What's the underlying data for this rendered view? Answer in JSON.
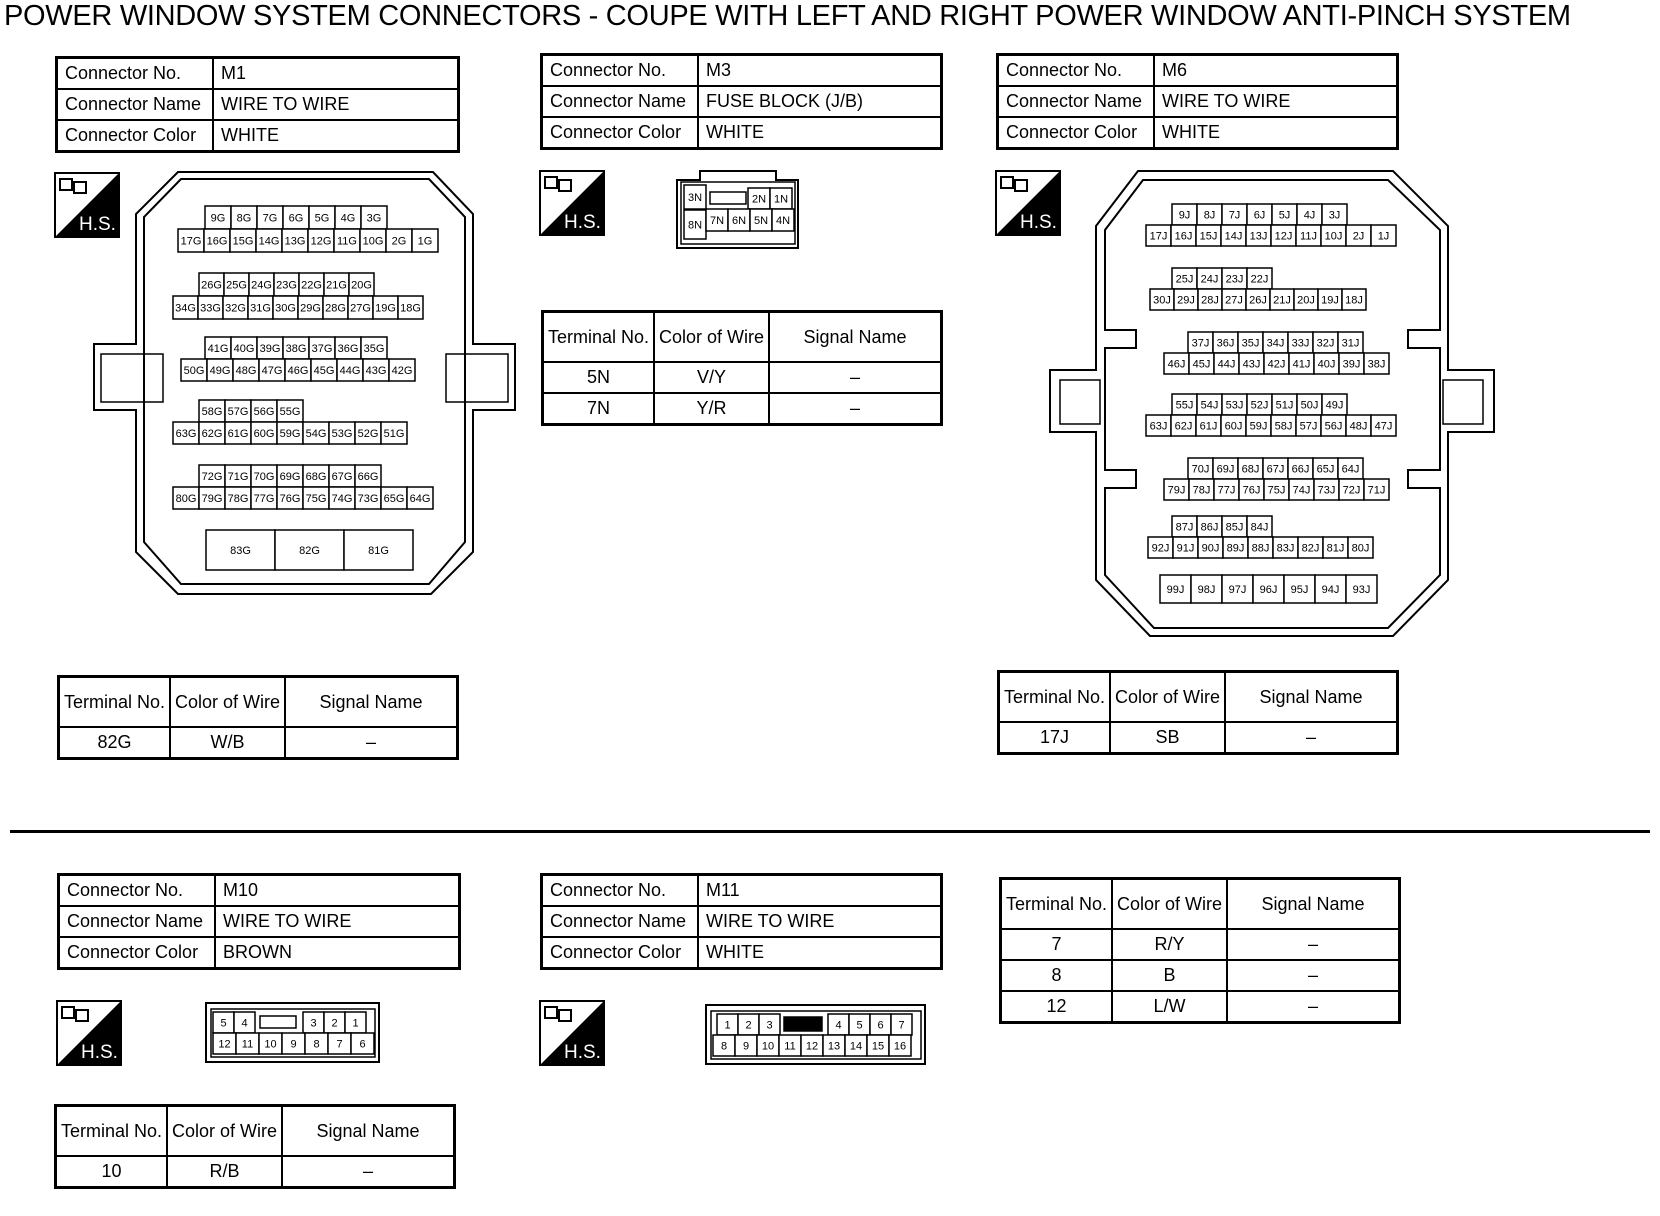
{
  "title": "POWER WINDOW SYSTEM CONNECTORS - COUPE WITH LEFT AND RIGHT POWER WINDOW ANTI-PINCH SYSTEM",
  "hs_label": "H.S.",
  "labels": {
    "connector_no": "Connector No.",
    "connector_name": "Connector Name",
    "connector_color": "Connector Color",
    "terminal_no": "Terminal No.",
    "color_of_wire": "Color of Wire",
    "signal_name": "Signal Name"
  },
  "connectors": {
    "m1": {
      "no": "M1",
      "name": "WIRE TO WIRE",
      "color": "WHITE",
      "terminals": [
        {
          "terminal": "82G",
          "wire": "W/B",
          "signal": "–"
        }
      ],
      "pins": [
        [
          "9G",
          "8G",
          "7G",
          "6G",
          "5G",
          "4G",
          "3G"
        ],
        [
          "17G",
          "16G",
          "15G",
          "14G",
          "13G",
          "12G",
          "11G",
          "10G",
          "2G",
          "1G"
        ],
        [
          "26G",
          "25G",
          "24G",
          "23G",
          "22G",
          "21G",
          "20G"
        ],
        [
          "34G",
          "33G",
          "32G",
          "31G",
          "30G",
          "29G",
          "28G",
          "27G",
          "19G",
          "18G"
        ],
        [
          "41G",
          "40G",
          "39G",
          "38G",
          "37G",
          "36G",
          "35G"
        ],
        [
          "50G",
          "49G",
          "48G",
          "47G",
          "46G",
          "45G",
          "44G",
          "43G",
          "42G"
        ],
        [
          "58G",
          "57G",
          "56G",
          "55G"
        ],
        [
          "63G",
          "62G",
          "61G",
          "60G",
          "59G",
          "54G",
          "53G",
          "52G",
          "51G"
        ],
        [
          "72G",
          "71G",
          "70G",
          "69G",
          "68G",
          "67G",
          "66G"
        ],
        [
          "80G",
          "79G",
          "78G",
          "77G",
          "76G",
          "75G",
          "74G",
          "73G",
          "65G",
          "64G"
        ],
        [
          "83G",
          "82G",
          "81G"
        ]
      ]
    },
    "m3": {
      "no": "M3",
      "name": "FUSE BLOCK (J/B)",
      "color": "WHITE",
      "terminals": [
        {
          "terminal": "5N",
          "wire": "V/Y",
          "signal": "–"
        },
        {
          "terminal": "7N",
          "wire": "Y/R",
          "signal": "–"
        }
      ],
      "pins": [
        [
          "3N",
          "2N",
          "1N"
        ],
        [
          "8N",
          "7N",
          "6N",
          "5N",
          "4N"
        ]
      ]
    },
    "m6": {
      "no": "M6",
      "name": "WIRE TO WIRE",
      "color": "WHITE",
      "terminals": [
        {
          "terminal": "17J",
          "wire": "SB",
          "signal": "–"
        }
      ],
      "pins": [
        [
          "9J",
          "8J",
          "7J",
          "6J",
          "5J",
          "4J",
          "3J"
        ],
        [
          "17J",
          "16J",
          "15J",
          "14J",
          "13J",
          "12J",
          "11J",
          "10J",
          "2J",
          "1J"
        ],
        [
          "25J",
          "24J",
          "23J",
          "22J"
        ],
        [
          "30J",
          "29J",
          "28J",
          "27J",
          "26J",
          "21J",
          "20J",
          "19J",
          "18J"
        ],
        [
          "37J",
          "36J",
          "35J",
          "34J",
          "33J",
          "32J",
          "31J"
        ],
        [
          "46J",
          "45J",
          "44J",
          "43J",
          "42J",
          "41J",
          "40J",
          "39J",
          "38J"
        ],
        [
          "55J",
          "54J",
          "53J",
          "52J",
          "51J",
          "50J",
          "49J"
        ],
        [
          "63J",
          "62J",
          "61J",
          "60J",
          "59J",
          "58J",
          "57J",
          "56J",
          "48J",
          "47J"
        ],
        [
          "70J",
          "69J",
          "68J",
          "67J",
          "66J",
          "65J",
          "64J"
        ],
        [
          "79J",
          "78J",
          "77J",
          "76J",
          "75J",
          "74J",
          "73J",
          "72J",
          "71J"
        ],
        [
          "87J",
          "86J",
          "85J",
          "84J"
        ],
        [
          "92J",
          "91J",
          "90J",
          "89J",
          "88J",
          "83J",
          "82J",
          "81J",
          "80J"
        ],
        [
          "99J",
          "98J",
          "97J",
          "96J",
          "95J",
          "94J",
          "93J"
        ]
      ]
    },
    "m10": {
      "no": "M10",
      "name": "WIRE TO WIRE",
      "color": "BROWN",
      "terminals": [
        {
          "terminal": "10",
          "wire": "R/B",
          "signal": "–"
        }
      ],
      "pins": [
        [
          "5",
          "4",
          "3",
          "2",
          "1"
        ],
        [
          "12",
          "11",
          "10",
          "9",
          "8",
          "7",
          "6"
        ]
      ]
    },
    "m11": {
      "no": "M11",
      "name": "WIRE TO WIRE",
      "color": "WHITE",
      "terminals": [
        {
          "terminal": "7",
          "wire": "R/Y",
          "signal": "–"
        },
        {
          "terminal": "8",
          "wire": "B",
          "signal": "–"
        },
        {
          "terminal": "12",
          "wire": "L/W",
          "signal": "–"
        }
      ],
      "pins": [
        [
          "1",
          "2",
          "3",
          "4",
          "5",
          "6",
          "7"
        ],
        [
          "8",
          "9",
          "10",
          "11",
          "12",
          "13",
          "14",
          "15",
          "16"
        ]
      ]
    }
  }
}
